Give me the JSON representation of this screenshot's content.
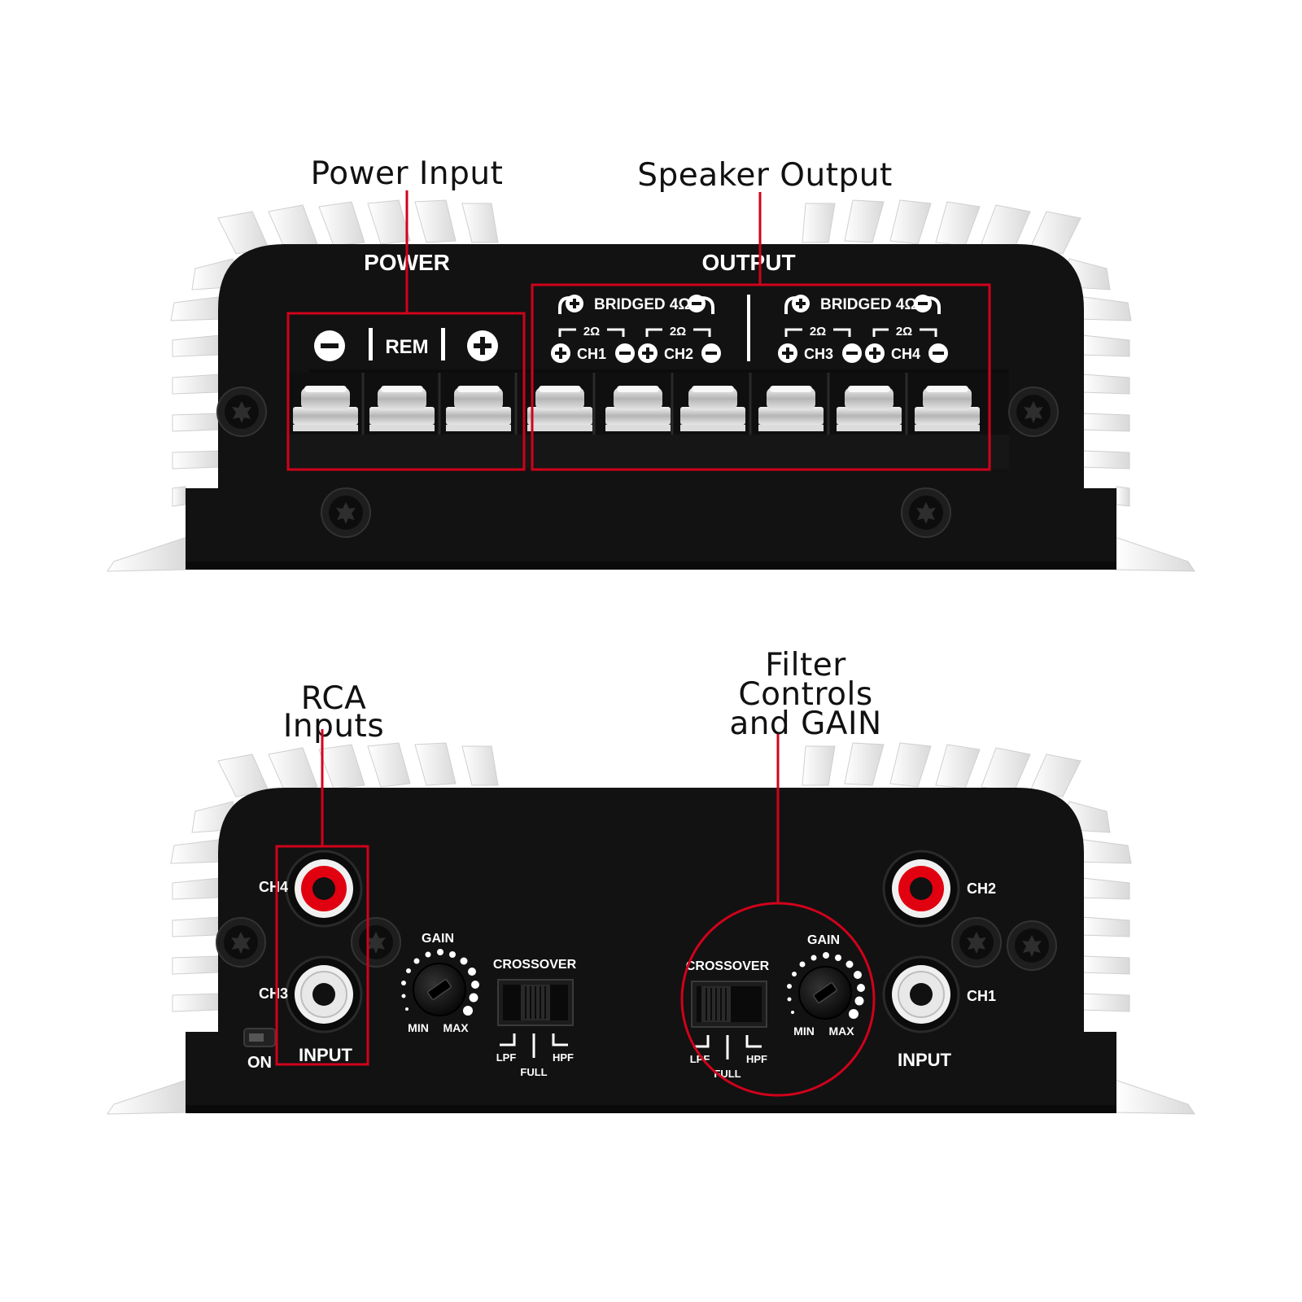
{
  "colors": {
    "housing": "#121212",
    "heatsink": "#f4f4f4",
    "heatsink_shade": "#d6d6d6",
    "callout_line": "#d0021b",
    "terminal_metal": "#c9c9c9",
    "rca_red": "#e1000f",
    "rca_white": "#f2f2f2"
  },
  "top_panel": {
    "callouts": {
      "power_input": "Power Input",
      "speaker_output": "Speaker Output"
    },
    "power_heading": "POWER",
    "output_heading": "OUTPUT",
    "rem_label": "REM",
    "bridged_label": "BRIDGED 4Ω",
    "two_ohm_label": "2Ω",
    "channels": [
      "CH1",
      "CH2",
      "CH3",
      "CH4"
    ],
    "icons": {
      "minus": "minus-circle-icon",
      "plus": "plus-circle-icon",
      "screw": "torx-screw-icon"
    }
  },
  "bottom_panel": {
    "callouts": {
      "rca_inputs": "RCA\nInputs",
      "filter_controls": "Filter\nControls\nand GAIN"
    },
    "left_rca": {
      "top_label": "CH4",
      "bottom_label": "CH3",
      "caption": "INPUT"
    },
    "right_rca": {
      "top_label": "CH2",
      "bottom_label": "CH1",
      "caption": "INPUT"
    },
    "switch_label": "ON",
    "gain_label": "GAIN",
    "gain_min": "MIN",
    "gain_max": "MAX",
    "crossover_label": "CROSSOVER",
    "crossover_options": [
      "LPF",
      "FULL",
      "HPF"
    ]
  }
}
